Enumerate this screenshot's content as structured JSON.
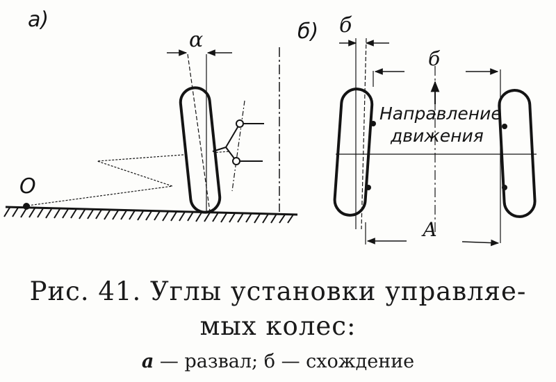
{
  "figure": {
    "panel_a_label": "а)",
    "panel_b_label": "б)",
    "point_label": "О",
    "camber_angle_label": "α",
    "toe_label_top": "б",
    "dimension_b_label": "б",
    "dimension_a_label": "А",
    "direction_text_line1": "Направление",
    "direction_text_line2": "движения"
  },
  "caption": {
    "line1": "Рис. 41. Углы установки управляе-",
    "line2": "мых колес:",
    "legend_a_key": "а",
    "legend_a_text": " — развал; ",
    "legend_b_key": "б",
    "legend_b_text": " — схождение"
  }
}
